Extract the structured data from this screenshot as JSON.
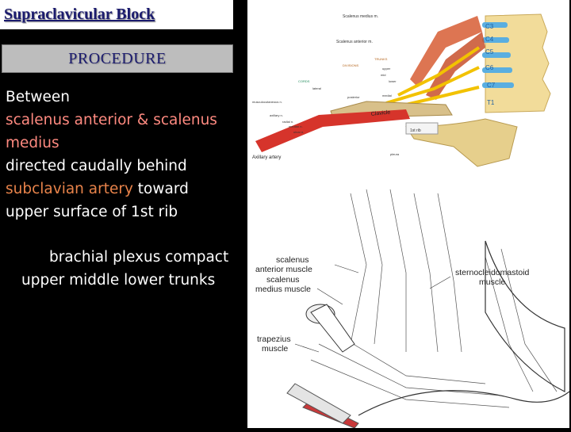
{
  "title": "Supraclavicular Block",
  "section_heading": "PROCEDURE",
  "body": {
    "line1": "Between",
    "line2": "scalenus anterior & scalenus",
    "line3": "medius",
    "line4": "directed caudally behind",
    "line5_highlight": "subclavian artery",
    "line5_rest": " toward",
    "line6": "upper surface of 1st rib",
    "line7": "brachial plexus compact",
    "line8": "upper middle lower trunks"
  },
  "top_figure": {
    "vertebrae": [
      "C3",
      "C4",
      "C5",
      "C6",
      "C7",
      "T1"
    ],
    "labels": {
      "scalenus_medius": "Scalenus medius m.",
      "scalenus_anterior": "Scalenus anterior m.",
      "trunks": "TRUNKS",
      "divisions": "DIVISIONS",
      "cords": "CORDS",
      "lateral": "lateral",
      "musculocutaneous": "musculocutaneous n.",
      "axillary": "axillary n.",
      "radial": "radial n.",
      "median": "median n.",
      "ulnar": "ulnar n.",
      "clavicle": "Clavicle",
      "first_rib": "1st rib",
      "axillary_artery": "Axillary artery",
      "pleura": "pleura",
      "upper": "upper",
      "middle": "mid",
      "lower": "lower",
      "posterior": "posterior",
      "medial": "medial"
    }
  },
  "bottom_figure": {
    "labels": {
      "scalenus_anterior": "scalenus anterior muscle",
      "scalenus_medius": "scalenus medius muscle",
      "sternocleidomastoid": "sternocleidomastoid muscle",
      "trapezius": "trapezius muscle"
    },
    "scalenus_anterior_l1": "scalenus",
    "scalenus_anterior_l2": "anterior muscle",
    "scalenus_medius_l1": "scalenus",
    "scalenus_medius_l2": "medius muscle",
    "scm_l1": "sternocleidomastoid",
    "scm_l2": "muscle",
    "trap_l1": "trapezius",
    "trap_l2": "muscle"
  }
}
